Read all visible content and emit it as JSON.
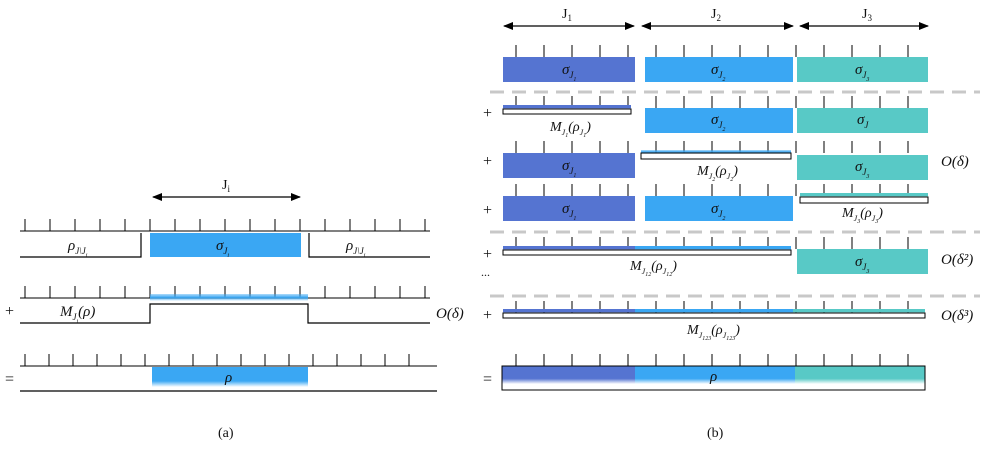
{
  "colors": {
    "blue_dark": "#5574d1",
    "blue_light": "#3aa7f3",
    "teal": "#58c9c6",
    "line": "#000000",
    "dash": "#c8c8c8"
  },
  "panel_a": {
    "caption": "(a)",
    "ji_label": "J",
    "ji_sub": "i",
    "rho_left": {
      "main": "ρ",
      "sub": "J\\J",
      "subsub": "i"
    },
    "sigma": {
      "main": "σ",
      "sub": "J",
      "subsub": "i"
    },
    "rho_right": {
      "main": "ρ",
      "sub": "J\\J",
      "subsub": "i"
    },
    "plus": "+",
    "m_main": "M",
    "m_sub": "J",
    "m_subsub": "i",
    "m_arg": "(ρ)",
    "order": "O(δ)",
    "equals": "=",
    "rho": "ρ"
  },
  "panel_b": {
    "caption": "(b)",
    "headers": [
      {
        "main": "J",
        "sub": "1"
      },
      {
        "main": "J",
        "sub": "2"
      },
      {
        "main": "J",
        "sub": "3"
      }
    ],
    "sigma_main": "σ",
    "j1": {
      "sub": "J",
      "subsub": "1"
    },
    "j2": {
      "sub": "J",
      "subsub": "2"
    },
    "j3": {
      "sub": "J",
      "subsub": "3"
    },
    "sigma_row2_c3": {
      "main": "σ",
      "sub": "J"
    },
    "m_main": "M",
    "rho_main": "ρ",
    "plus": "+",
    "ellipsis": "...",
    "sub12": "12",
    "sub123": "123",
    "orders": [
      "O(δ)",
      "O(δ²)",
      "O(δ³)"
    ],
    "equals": "=",
    "rho": "ρ"
  }
}
